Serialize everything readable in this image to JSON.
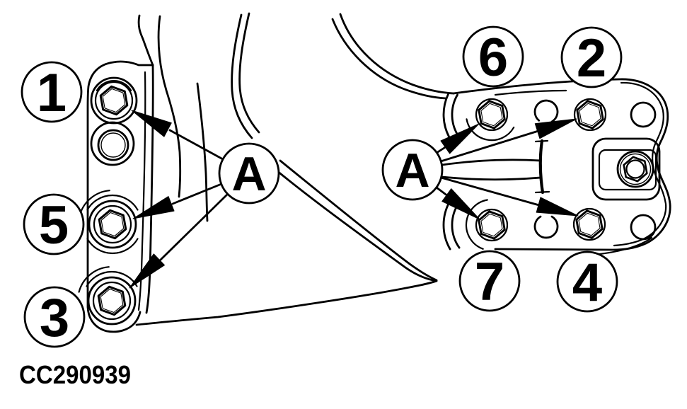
{
  "figure": {
    "code": "CC290939",
    "description": "bolt-torque-sequence-diagram",
    "colors": {
      "line": "#000000",
      "background": "#ffffff"
    }
  },
  "callouts": {
    "left": {
      "bolt_top": "1",
      "bolt_middle": "5",
      "bolt_bottom": "3",
      "detail": "A"
    },
    "right": {
      "top_left": "6",
      "top_right": "2",
      "bottom_left": "7",
      "bottom_right": "4",
      "detail": "A"
    }
  }
}
